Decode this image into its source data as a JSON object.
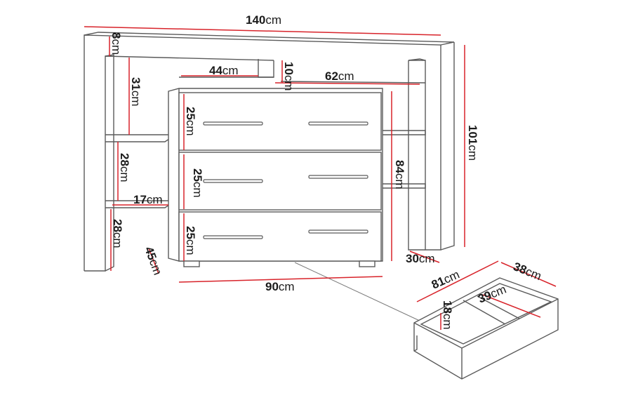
{
  "colors": {
    "outline": "#5a5a5a",
    "dimension_line": "#d8232a",
    "leader_line": "#7a7a7a",
    "text": "#1b1b1b",
    "background": "#ffffff"
  },
  "dimensions": {
    "total_width": {
      "value": "140",
      "unit": "cm"
    },
    "top_board": {
      "value": "8",
      "unit": "cm"
    },
    "upper_shelf_height": {
      "value": "31",
      "unit": "cm"
    },
    "middle_shelf_height": {
      "value": "28",
      "unit": "cm"
    },
    "lower_leg_height": {
      "value": "28",
      "unit": "cm"
    },
    "small_shelf_depth": {
      "value": "17",
      "unit": "cm"
    },
    "left_niche_width": {
      "value": "44",
      "unit": "cm"
    },
    "top_gap": {
      "value": "10",
      "unit": "cm"
    },
    "right_niche_width": {
      "value": "62",
      "unit": "cm"
    },
    "total_height": {
      "value": "101",
      "unit": "cm"
    },
    "dresser_height": {
      "value": "84",
      "unit": "cm"
    },
    "frame_depth": {
      "value": "30",
      "unit": "cm"
    },
    "dresser_width": {
      "value": "90",
      "unit": "cm"
    },
    "dresser_depth": {
      "value": "45",
      "unit": "cm"
    },
    "drawer_front_1": {
      "value": "25",
      "unit": "cm"
    },
    "drawer_front_2": {
      "value": "25",
      "unit": "cm"
    },
    "drawer_front_3": {
      "value": "25",
      "unit": "cm"
    }
  },
  "drawer_detail": {
    "inner_width": {
      "value": "81",
      "unit": "cm"
    },
    "outer_depth": {
      "value": "38",
      "unit": "cm"
    },
    "inner_depth": {
      "value": "39",
      "unit": "cm"
    },
    "inner_height": {
      "value": "18",
      "unit": "cm"
    }
  }
}
